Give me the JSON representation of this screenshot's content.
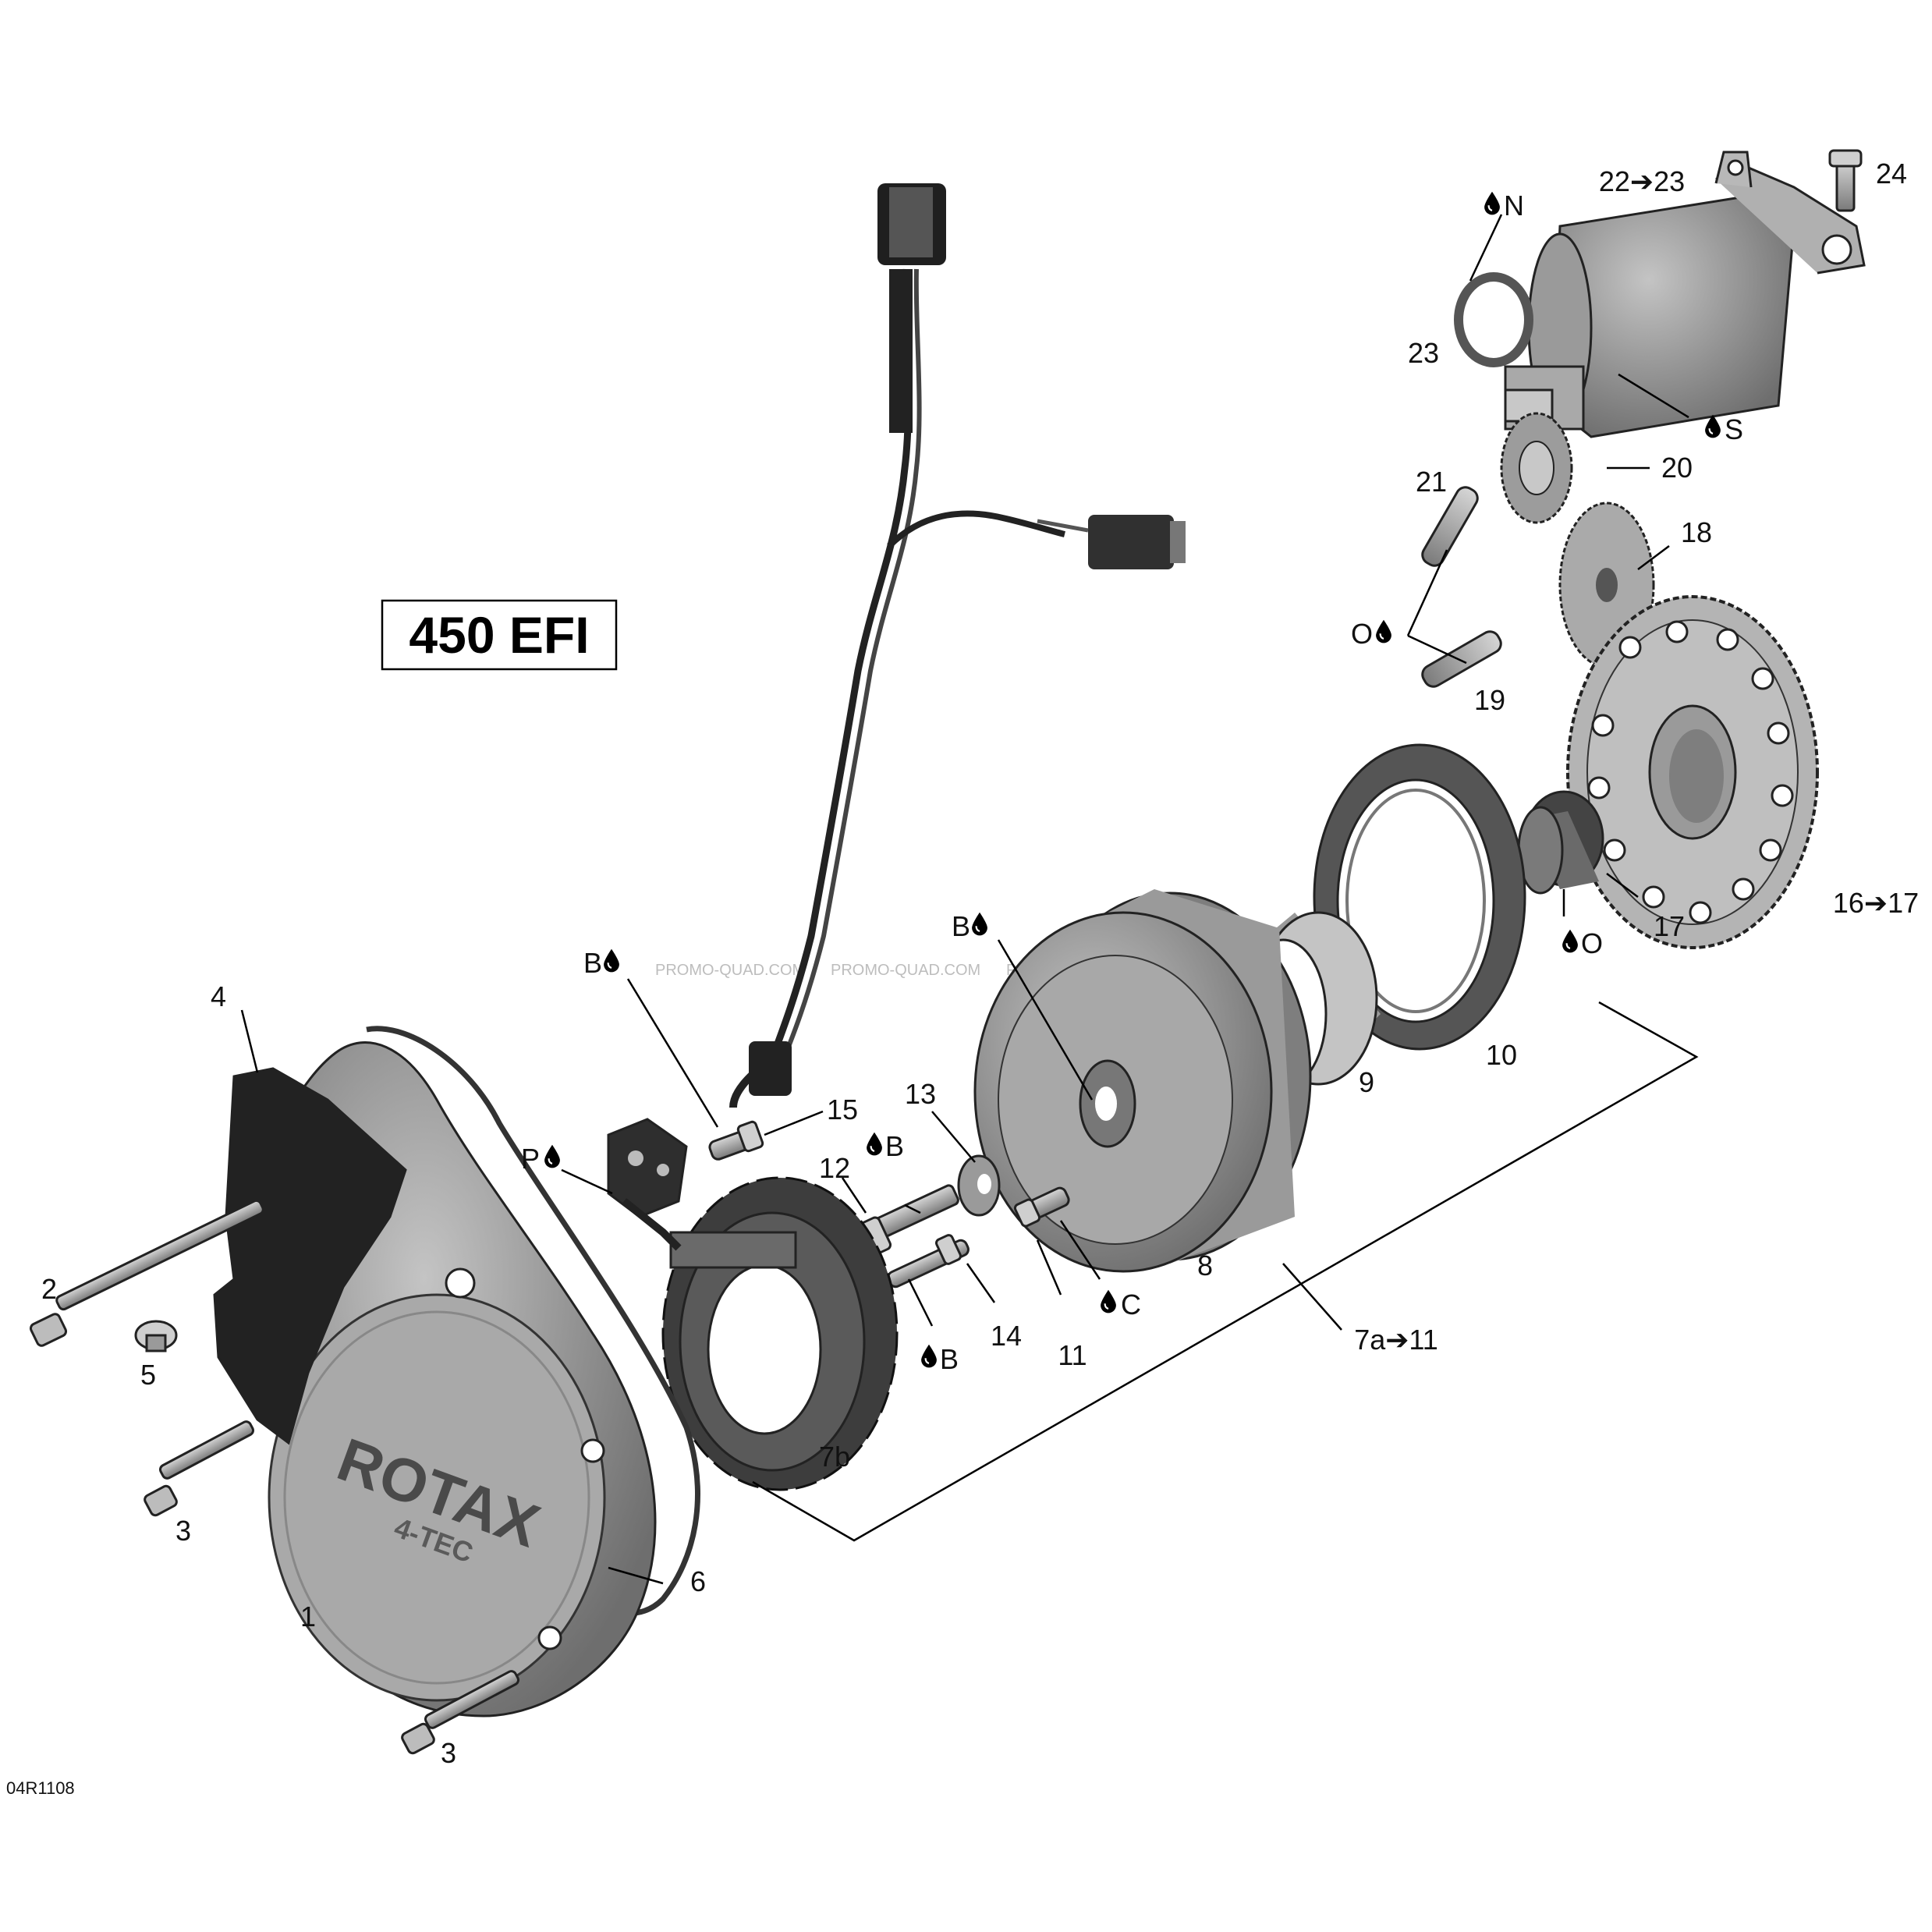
{
  "title": "450 EFI",
  "figure_code": "04R1108",
  "watermark": "PROMO-QUAD.COM",
  "brand": {
    "name": "ROTAX",
    "sub": "4-TEC"
  },
  "colors": {
    "part_fill": "#8e8e8e",
    "part_light": "#bcbcbc",
    "part_dark": "#3a3a3a",
    "line": "#000000"
  },
  "callouts": {
    "c1": "1",
    "c2": "2",
    "c3a": "3",
    "c3b": "3",
    "c4": "4",
    "c5": "5",
    "c6": "6",
    "c7b": "7b",
    "c8": "8",
    "c9": "9",
    "c10": "10",
    "c11": "11",
    "c12": "12",
    "c13": "13",
    "c14": "14",
    "c15": "15",
    "c17": "17",
    "c18": "18",
    "c19": "19",
    "c20": "20",
    "c21": "21",
    "c23": "23",
    "c24": "24",
    "c7a11": "7a➔11",
    "c1617": "16➔17",
    "c2223": "22➔23"
  },
  "lubricants": {
    "b1": "B",
    "b2": "B",
    "b3": "B",
    "b4": "B",
    "p": "P",
    "c": "C",
    "o1": "O",
    "o2": "O",
    "n": "N",
    "s": "S"
  }
}
